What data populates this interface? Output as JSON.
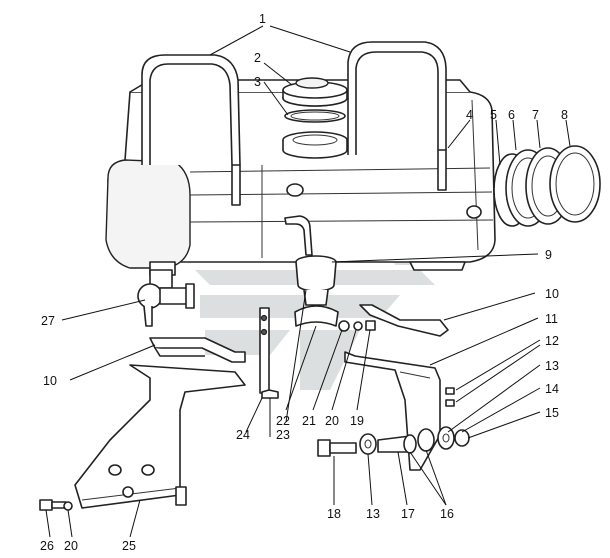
{
  "callouts": {
    "l1": "1",
    "l2": "2",
    "l3": "3",
    "l4": "4",
    "l5": "5",
    "l6": "6",
    "l7": "7",
    "l8": "8",
    "l9": "9",
    "l10a": "10",
    "l10b": "10",
    "l11": "11",
    "l12": "12",
    "l13a": "13",
    "l13b": "13",
    "l14": "14",
    "l15": "15",
    "l16": "16",
    "l17": "17",
    "l18": "18",
    "l19": "19",
    "l20a": "20",
    "l20b": "20",
    "l21": "21",
    "l22": "22",
    "l23": "23",
    "l24": "24",
    "l25": "25",
    "l26": "26",
    "l27": "27"
  },
  "colors": {
    "line": "#222222",
    "watermark": "#cfd4d4",
    "background": "#ffffff"
  }
}
